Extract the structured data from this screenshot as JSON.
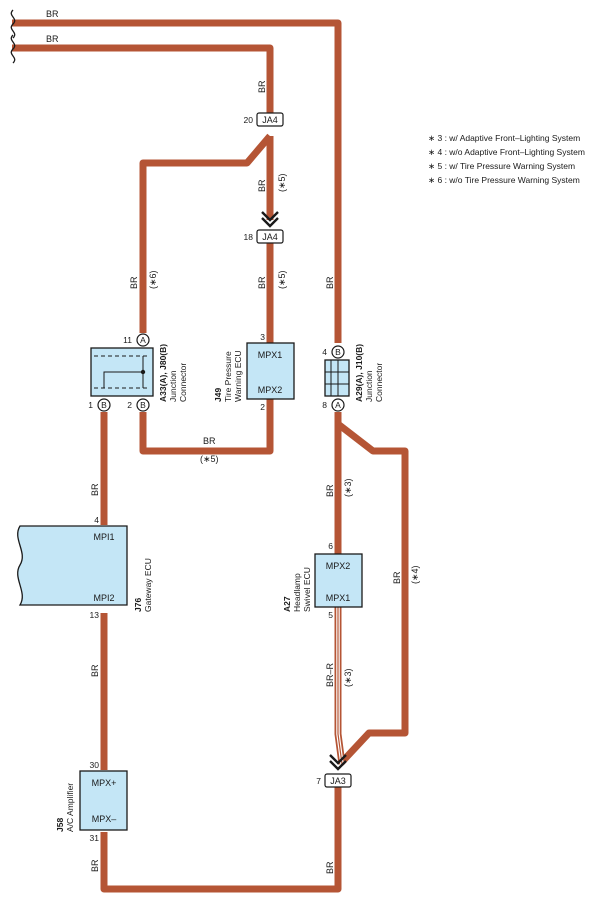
{
  "colors": {
    "wire": "#b55535",
    "component_fill": "#c4e6f6",
    "stripe": "#e8c4c0"
  },
  "wires": {
    "top1": "BR",
    "top2": "BR",
    "left_vertical": "BR",
    "left_vertical_note": "(∗6)",
    "ja4_top": "BR",
    "ja4_mid": "BR",
    "ja4_mid_note": "(∗5)",
    "ja4_low": "BR",
    "ja4_low_note": "(∗5)",
    "right_vertical": "BR",
    "j49_bottom": "BR",
    "j49_bottom_note": "(∗5)",
    "a33_to_j76": "BR",
    "j76_to_j58": "BR",
    "a29_to_a27": "BR",
    "a29_to_a27_note": "(∗3)",
    "bypass": "BR",
    "bypass_note": "(∗4)",
    "a27_to_ja3": "BR–R",
    "a27_to_ja3_note": "(∗3)",
    "bottom_right": "BR",
    "j58_bottom": "BR"
  },
  "connectors": {
    "ja4_upper": {
      "name": "JA4",
      "pin": "20"
    },
    "ja4_lower": {
      "name": "JA4",
      "pin": "18"
    },
    "ja3": {
      "name": "JA3",
      "pin": "7"
    }
  },
  "components": {
    "a33": {
      "id": "A33(A), J80(B)",
      "name_line1": "Junction",
      "name_line2": "Connector",
      "pin_tl": "11",
      "tag_tl": "A",
      "pin_bl": "1",
      "tag_bl": "B",
      "pin_br": "2",
      "tag_br": "B"
    },
    "j49": {
      "id": "J49",
      "name_line1": "Tire Pressure",
      "name_line2": "Warning ECU",
      "term1": "MPX1",
      "pin1": "3",
      "term2": "MPX2",
      "pin2": "2"
    },
    "a29": {
      "id": "A29(A), J10(B)",
      "name_line1": "Junction",
      "name_line2": "Connector",
      "pin_top": "4",
      "tag_top": "B",
      "pin_bot": "8",
      "tag_bot": "A"
    },
    "j76": {
      "id": "J76",
      "name_line1": "Gateway ECU",
      "term1": "MPI1",
      "pin1": "4",
      "term2": "MPI2",
      "pin2": "13"
    },
    "a27": {
      "id": "A27",
      "name_line1": "Headlamp",
      "name_line2": "Swivel ECU",
      "term1": "MPX2",
      "pin1": "6",
      "term2": "MPX1",
      "pin2": "5"
    },
    "j58": {
      "id": "J58",
      "name_line1": "A/C Amplifier",
      "term1": "MPX+",
      "pin1": "30",
      "term2": "MPX–",
      "pin2": "31"
    }
  },
  "legend": [
    "∗ 3 : w/ Adaptive Front–Lighting System",
    "∗ 4 : w/o Adaptive Front–Lighting System",
    "∗ 5 : w/ Tire Pressure Warning System",
    "∗ 6 : w/o Tire Pressure Warning System"
  ]
}
